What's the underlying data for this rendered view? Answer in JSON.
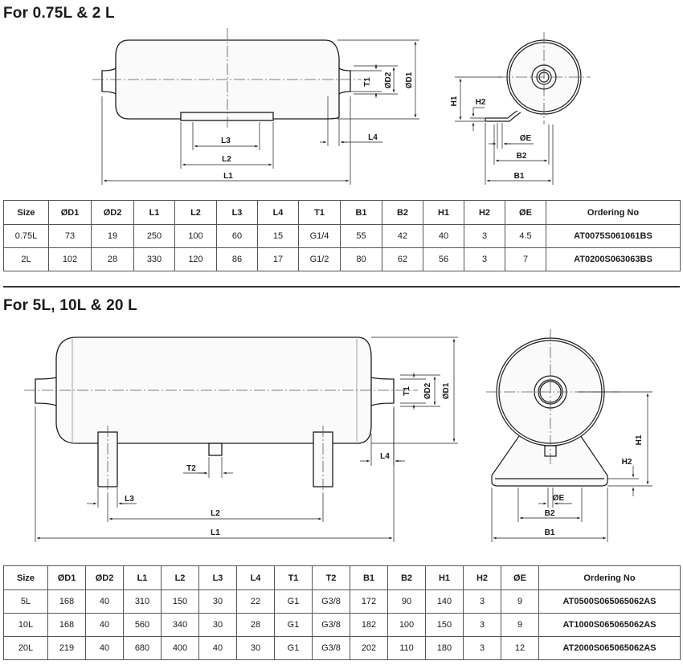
{
  "section1": {
    "heading": "For 0.75L & 2 L",
    "labels": {
      "d1": "ØD1",
      "d2": "ØD2",
      "t1": "T1",
      "l1": "L1",
      "l2": "L2",
      "l3": "L3",
      "l4": "L4",
      "h1": "H1",
      "h2": "H2",
      "e": "ØE",
      "b1": "B1",
      "b2": "B2"
    },
    "table": {
      "headers": [
        "Size",
        "ØD1",
        "ØD2",
        "L1",
        "L2",
        "L3",
        "L4",
        "T1",
        "B1",
        "B2",
        "H1",
        "H2",
        "ØE",
        "Ordering No"
      ],
      "rows": [
        [
          "0.75L",
          "73",
          "19",
          "250",
          "100",
          "60",
          "15",
          "G1/4",
          "55",
          "42",
          "40",
          "3",
          "4.5",
          "AT0075S061061BS"
        ],
        [
          "2L",
          "102",
          "28",
          "330",
          "120",
          "86",
          "17",
          "G1/2",
          "80",
          "62",
          "56",
          "3",
          "7",
          "AT0200S063063BS"
        ]
      ]
    }
  },
  "section2": {
    "heading": "For 5L, 10L & 20 L",
    "labels": {
      "d1": "ØD1",
      "d2": "ØD2",
      "t1": "T1",
      "t2": "T2",
      "l1": "L1",
      "l2": "L2",
      "l3": "L3",
      "l4": "L4",
      "h1": "H1",
      "h2": "H2",
      "e": "ØE",
      "b1": "B1",
      "b2": "B2"
    },
    "table": {
      "headers": [
        "Size",
        "ØD1",
        "ØD2",
        "L1",
        "L2",
        "L3",
        "L4",
        "T1",
        "T2",
        "B1",
        "B2",
        "H1",
        "H2",
        "ØE",
        "Ordering No"
      ],
      "rows": [
        [
          "5L",
          "168",
          "40",
          "310",
          "150",
          "30",
          "22",
          "G1",
          "G3/8",
          "172",
          "90",
          "140",
          "3",
          "9",
          "AT0500S065065062AS"
        ],
        [
          "10L",
          "168",
          "40",
          "560",
          "340",
          "30",
          "28",
          "G1",
          "G3/8",
          "182",
          "100",
          "150",
          "3",
          "9",
          "AT1000S065065062AS"
        ],
        [
          "20L",
          "219",
          "40",
          "680",
          "400",
          "40",
          "30",
          "G1",
          "G3/8",
          "202",
          "110",
          "180",
          "3",
          "12",
          "AT2000S065065062AS"
        ]
      ]
    }
  }
}
